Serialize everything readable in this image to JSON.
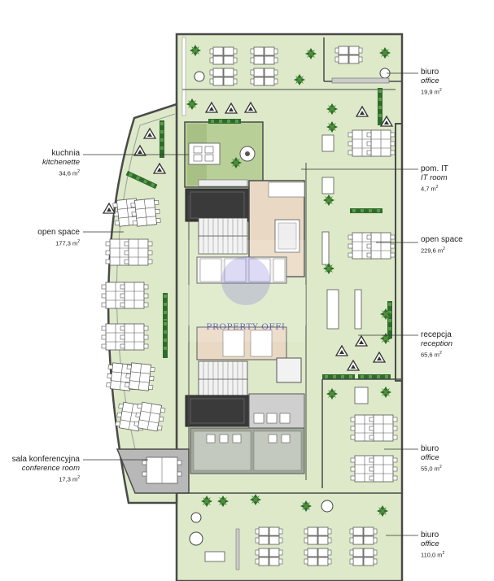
{
  "colors": {
    "floor": "#dde9c8",
    "floor_dark": "#c9dbad",
    "wall": "#4a4a4a",
    "core_gray": "#9a9a9a",
    "stair_dark": "#3a3a3a",
    "kitchen": "#b9cf98",
    "it_room": "#e9d9c4",
    "conference": "#b8b8b8",
    "desk": "#ffffff",
    "plant": "#2e6b2e",
    "watermark": "#4a3fb0"
  },
  "rooms": [
    {
      "id": "biuro-top",
      "name_pl": "biuro",
      "name_en": "office",
      "area": "19,9 m",
      "unit_sup": "2"
    },
    {
      "id": "kuchnia",
      "name_pl": "kuchnia",
      "name_en": "kitchenette",
      "area": "34,6 m",
      "unit_sup": "2"
    },
    {
      "id": "pom-it",
      "name_pl": "pom. IT",
      "name_en": "IT room",
      "area": "4,7 m",
      "unit_sup": "2"
    },
    {
      "id": "open-left",
      "name_pl": "open space",
      "name_en": "",
      "area": "177,3 m",
      "unit_sup": "2"
    },
    {
      "id": "open-right",
      "name_pl": "open space",
      "name_en": "",
      "area": "229,6 m",
      "unit_sup": "2"
    },
    {
      "id": "recepcja",
      "name_pl": "recepcja",
      "name_en": "reception",
      "area": "65,6 m",
      "unit_sup": "2"
    },
    {
      "id": "biuro-mid",
      "name_pl": "biuro",
      "name_en": "office",
      "area": "55,0 m",
      "unit_sup": "2"
    },
    {
      "id": "sala",
      "name_pl": "sala konferencyjna",
      "name_en": "conference room",
      "area": "17,3 m",
      "unit_sup": "2"
    },
    {
      "id": "biuro-bottom",
      "name_pl": "biuro",
      "name_en": "office",
      "area": "110,0 m",
      "unit_sup": "2"
    }
  ],
  "watermark": "PROPERTY OFFI"
}
